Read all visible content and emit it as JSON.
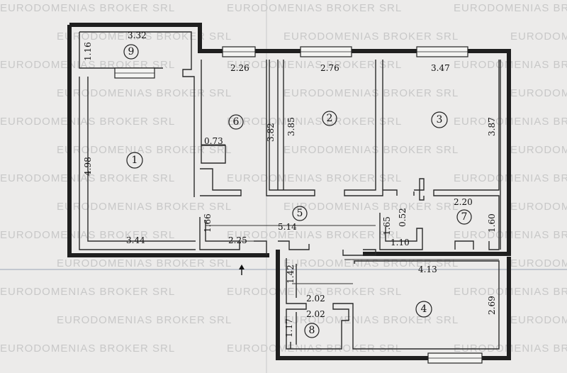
{
  "watermark": "EURODOMENIAS BROKER SRL",
  "rooms": [
    "1",
    "2",
    "3",
    "4",
    "5",
    "6",
    "7",
    "8",
    "9"
  ],
  "dimensions": {
    "d332": "3.32",
    "d116": "1.16",
    "d226": "2.26",
    "d276": "2.76",
    "d347": "3.47",
    "d382": "3.82",
    "d385": "3.85",
    "d387": "3.87",
    "d073": "0.73",
    "d498": "4.98",
    "d220": "2.20",
    "d166": "1.66",
    "d514": "5.14",
    "d165": "1.65",
    "d052": "0.52",
    "d160": "1.60",
    "d344": "3.44",
    "d225": "2.25",
    "d110": "1.10",
    "d413": "4.13",
    "d142": "1.42",
    "d202a": "2.02",
    "d202b": "2.02",
    "d269": "2.69",
    "d117": "1.17"
  }
}
